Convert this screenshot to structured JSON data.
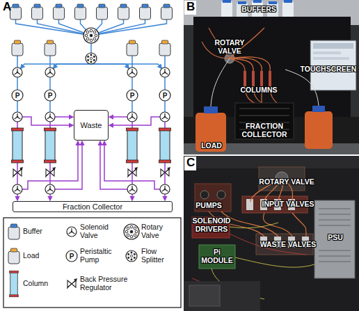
{
  "diagram": {
    "nodes": [
      {
        "text": [
          "P"
        ]
      },
      {
        "text": [
          "P"
        ]
      },
      {
        "text": [
          "P"
        ]
      },
      {
        "text": [
          "P"
        ]
      },
      {
        "text": [
          "Waste"
        ]
      },
      {
        "text": [
          "Fraction Collector"
        ]
      }
    ],
    "labels": [
      "A",
      "B",
      "C",
      "P",
      "BUFFERS",
      "ROTARY VALVE",
      "TOUCHSCREEN",
      "COLUMNS",
      "FRACTION COLLECTOR",
      "LOAD",
      "ROTARY VALVE",
      "PUMPS",
      "INPUT VALVES",
      "SOLENOID DRIVERS",
      "WASTE VALVES",
      "Pi MODULE",
      "PSU"
    ],
    "legend": [
      {
        "text": "Buffer"
      },
      {
        "text": "Solenoid Valve"
      },
      {
        "text": "Rotary Valve"
      },
      {
        "text": "Load"
      },
      {
        "text": "Peristaltic Pump"
      },
      {
        "text": "Flow Splitter"
      },
      {
        "text": "Column"
      },
      {
        "text": "Back Pressure Regulator"
      }
    ]
  }
}
